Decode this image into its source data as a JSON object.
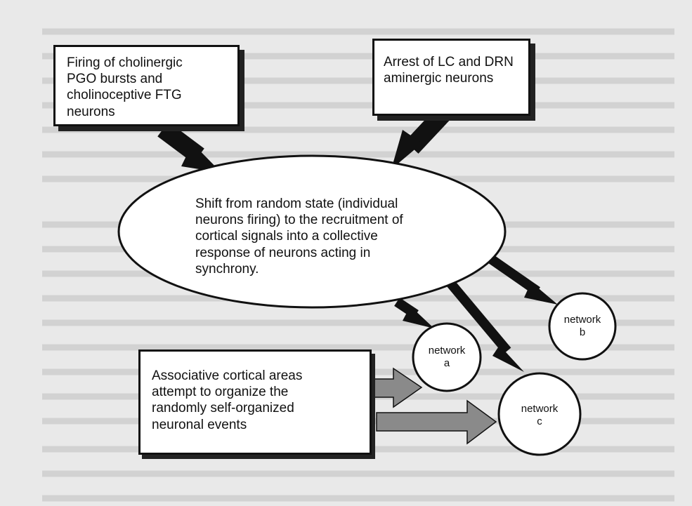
{
  "box_top_left": {
    "lines": [
      "Firing of cholinergic",
      "PGO bursts and",
      "cholinoceptive FTG",
      "neurons"
    ]
  },
  "box_top_right": {
    "lines": [
      "Arrest of LC and DRN",
      "aminergic neurons"
    ]
  },
  "ellipse": {
    "lines": [
      "Shift from random state (individual",
      "neurons firing) to the recruitment of",
      "cortical signals into a collective",
      "response of neurons acting in",
      "synchrony."
    ]
  },
  "box_bottom": {
    "lines": [
      "Associative cortical areas",
      "attempt to organize the",
      "randomly self-organized",
      "neuronal events"
    ]
  },
  "network_a": {
    "name": "network",
    "letter": "a"
  },
  "network_b": {
    "name": "network",
    "letter": "b"
  },
  "network_c": {
    "name": "network",
    "letter": "c"
  },
  "colors": {
    "arrow_dark": "#111111",
    "arrow_gray": "#8a8a8a",
    "background": "#e9e9e9"
  }
}
